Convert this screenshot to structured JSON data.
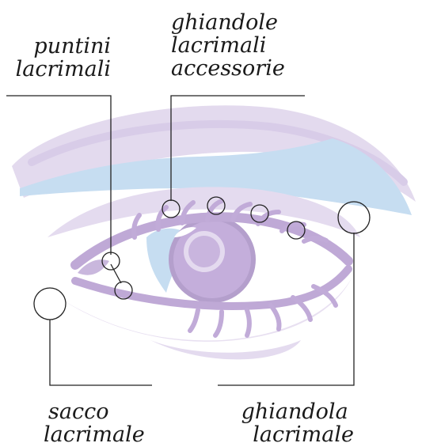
{
  "labels": {
    "puntini_lacrimali": [
      "puntini",
      "lacrimali"
    ],
    "ghiandole_lacrimali_accessorie": [
      "ghiandole",
      "lacrimali",
      "accessorie"
    ],
    "sacco_lacrimale": [
      "sacco",
      "lacrimale"
    ],
    "ghiandola_lacrimale": [
      "ghiandola",
      "lacrimale"
    ]
  },
  "colors": {
    "lavender": "#c5b3d8",
    "lavender_light": "#e1d6ec",
    "lavender_dark": "#b49fcc",
    "blue": "#c4dcf0",
    "line": "#222222",
    "text": "#1a1a1a"
  }
}
